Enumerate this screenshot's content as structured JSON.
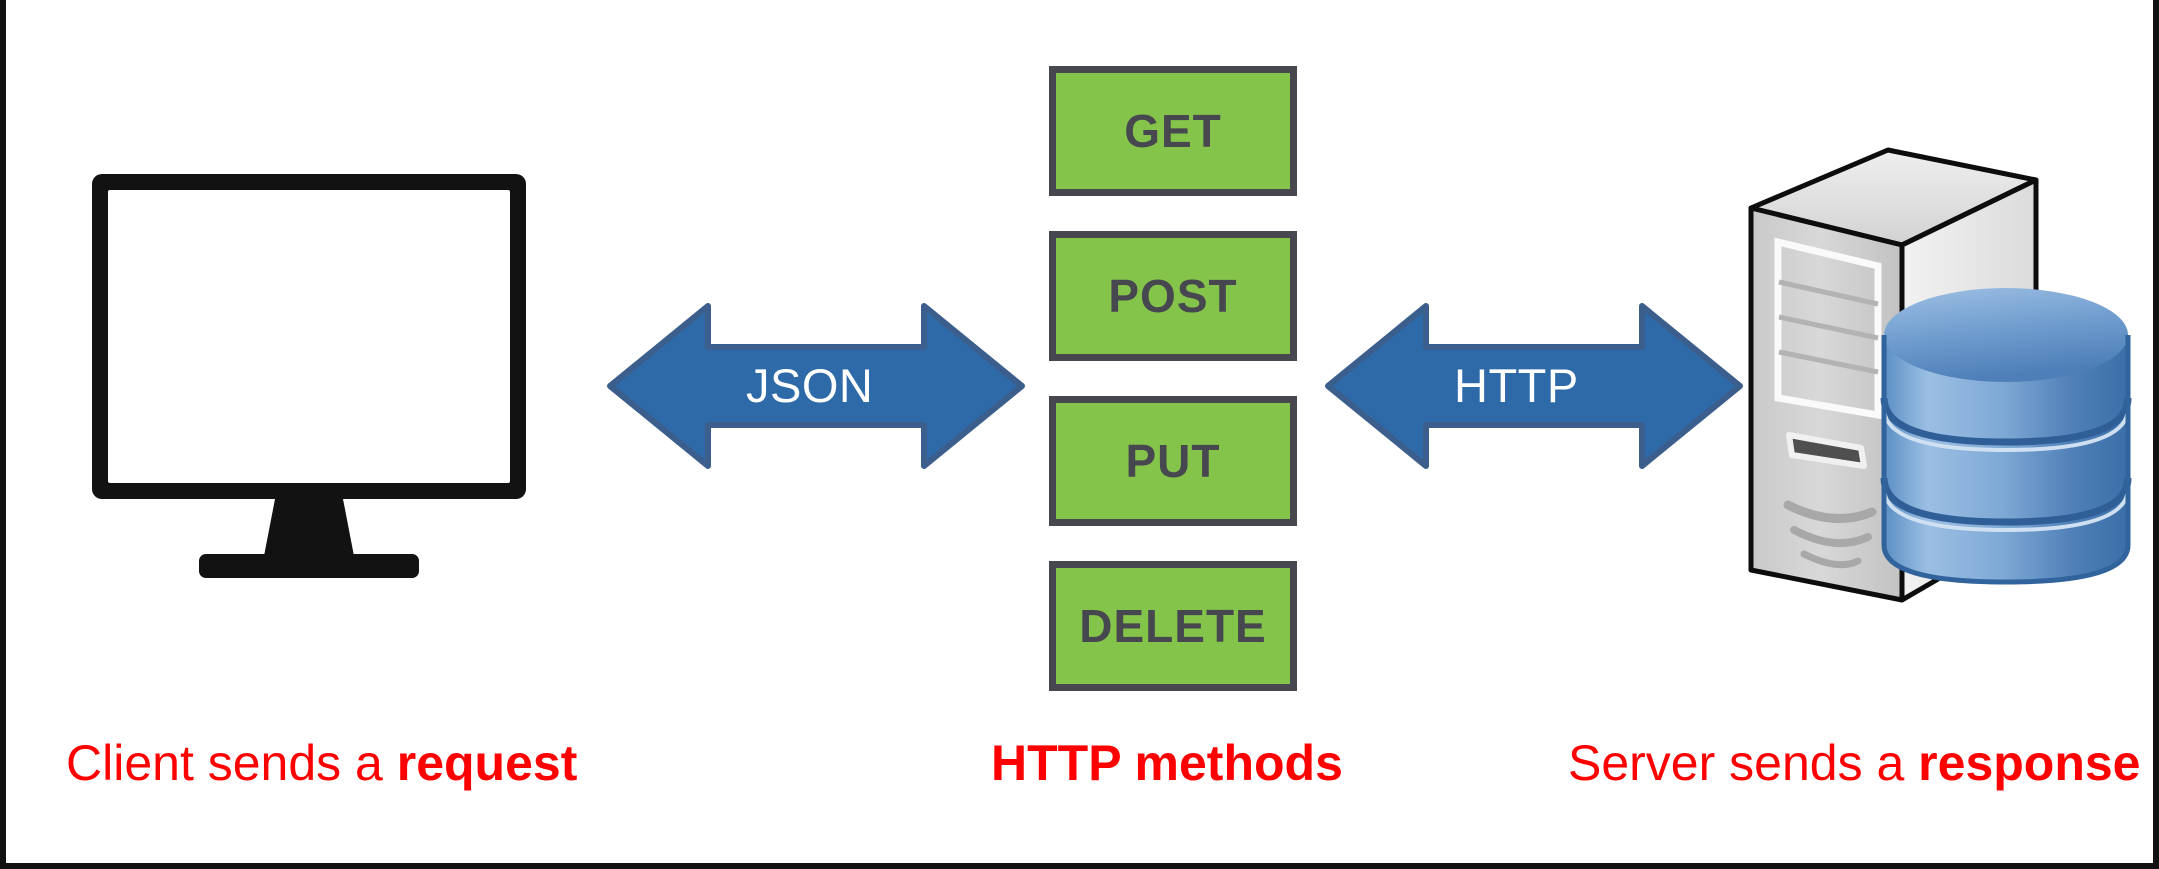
{
  "diagram": {
    "title": "REST API client-server HTTP methods diagram",
    "background_color": "#FFFFFF",
    "border_color": "#111111"
  },
  "client": {
    "icon_name": "desktop-monitor-icon",
    "screen_color": "#FFFFFF",
    "frame_color": "#121212",
    "caption_plain": "Client sends a ",
    "caption_bold": "request",
    "caption_color": "#FF0000"
  },
  "arrows": [
    {
      "name": "json-arrow",
      "label": "JSON",
      "direction": "bidirectional",
      "color": "#2E6AA8",
      "edge_color": "#3C5E8C",
      "label_color": "#FFFFFF"
    },
    {
      "name": "http-arrow",
      "label": "HTTP",
      "direction": "bidirectional",
      "color": "#2E6AA8",
      "edge_color": "#3C5E8C",
      "label_color": "#FFFFFF"
    }
  ],
  "methods": {
    "caption": "HTTP methods",
    "caption_color": "#FF0000",
    "box_fill": "#85C44A",
    "box_border": "#474750",
    "text_color": "#474750",
    "items": [
      {
        "label": "GET"
      },
      {
        "label": "POST"
      },
      {
        "label": "PUT"
      },
      {
        "label": "DELETE"
      }
    ]
  },
  "server": {
    "tower_icon_name": "server-tower-icon",
    "database_icon_name": "database-cylinder-icon",
    "tower_color": "#D4D4D4",
    "tower_side_color": "#EDEDED",
    "database_color": "#4A7FBE",
    "caption_plain": "Server sends a ",
    "caption_bold": "response",
    "caption_color": "#FF0000"
  }
}
